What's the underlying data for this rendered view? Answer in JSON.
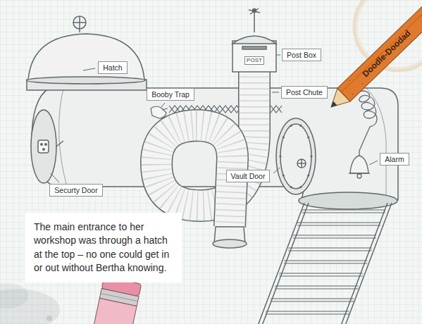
{
  "diagram": {
    "caption": "The main entrance to her workshop was through a hatch at the top – no one could get in or out without Bertha knowing.",
    "nodes": [
      {
        "text": [
          "Post Box"
        ]
      },
      {
        "text": [
          "Hatch"
        ]
      },
      {
        "text": [
          "Post Chute"
        ]
      },
      {
        "text": [
          "Booby Trap"
        ]
      },
      {
        "text": [
          "Alarm"
        ]
      },
      {
        "text": [
          "Vault Door"
        ]
      },
      {
        "text": [
          "Securty Door"
        ]
      }
    ],
    "labels": [
      "POST",
      "Doodle-Doodad"
    ]
  }
}
